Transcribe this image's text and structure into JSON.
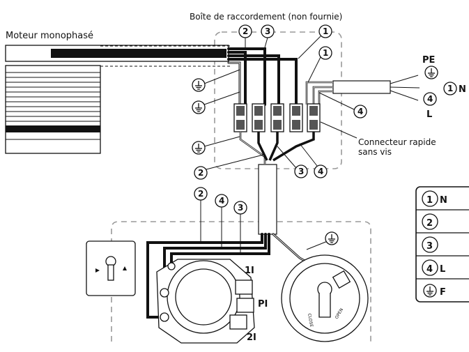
{
  "diagram": {
    "junction_box_title": "Boîte de raccordement (non fournie)",
    "motor_title": "Moteur monophasé",
    "quick_connector_label_line1": "Connecteur rapide",
    "quick_connector_label_line2": "sans vis",
    "mains_pe": "PE",
    "mains_n": "N",
    "mains_l": "L",
    "switch_terminal_1": "1I",
    "switch_terminal_pi": "PI",
    "switch_terminal_2": "2I",
    "wire_numbers": [
      "1",
      "2",
      "3",
      "4"
    ],
    "legend": [
      {
        "num": "1",
        "text": "N"
      },
      {
        "num": "2",
        "text": ""
      },
      {
        "num": "3",
        "text": ""
      },
      {
        "num": "4",
        "text": "L"
      },
      {
        "num": "earth",
        "text": "F"
      }
    ]
  }
}
